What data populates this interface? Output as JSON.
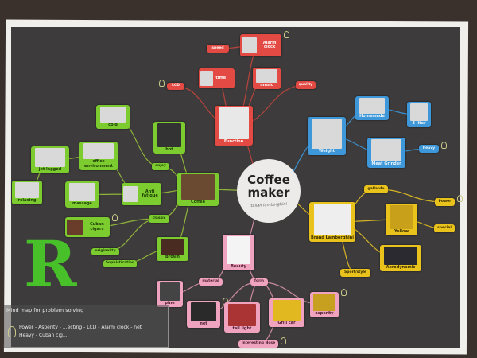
{
  "center": {
    "title_line1": "Coffee",
    "title_line2": "maker",
    "subtitle": "Italian lamborghini"
  },
  "colors": {
    "function": "#e34a43",
    "coffee": "#7ccc2f",
    "weight": "#3d97d8",
    "brand": "#e9c21c",
    "beauty": "#f0a3bf",
    "board": "#3d3b3b"
  },
  "nodes": [
    {
      "id": "function",
      "parent": "center",
      "label": "Function",
      "color": "red",
      "icon": "swiss-knife-image"
    },
    {
      "id": "alarm",
      "parent": "function",
      "label": "Alarm clock",
      "color": "red",
      "icon": "alarm-clock-image",
      "bulb": true
    },
    {
      "id": "speed",
      "parent": "alarm",
      "label": "speed",
      "color": "red"
    },
    {
      "id": "time",
      "parent": "function",
      "label": "time",
      "color": "red",
      "icon": "clock-image"
    },
    {
      "id": "music",
      "parent": "function",
      "label": "music",
      "color": "red",
      "icon": "music-notes-image"
    },
    {
      "id": "lcd",
      "parent": "function",
      "label": "LCD",
      "color": "red",
      "bulb": true
    },
    {
      "id": "quality",
      "parent": "function",
      "label": "quality",
      "color": "red"
    },
    {
      "id": "coffee",
      "parent": "center",
      "label": "Coffee",
      "color": "green",
      "icon": "coffee-cup-image"
    },
    {
      "id": "hot",
      "parent": "coffee",
      "label": "hot",
      "color": "green",
      "icon": "steam-image"
    },
    {
      "id": "enjoy",
      "parent": "coffee",
      "label": "enjoy",
      "color": "green"
    },
    {
      "id": "cold",
      "parent": "enjoy",
      "label": "cold",
      "color": "green",
      "icon": "cold-image"
    },
    {
      "id": "office",
      "parent": "antifatigue",
      "label": "office environment",
      "color": "green",
      "icon": "office-image"
    },
    {
      "id": "antifatigue",
      "parent": "coffee",
      "label": "Anti fatigue",
      "color": "green",
      "icon": "person-image"
    },
    {
      "id": "massage",
      "parent": "antifatigue",
      "label": "massage",
      "color": "green",
      "icon": "massage-image"
    },
    {
      "id": "jetlag",
      "parent": "office",
      "label": "jet lagged",
      "color": "green",
      "icon": "clocks-image"
    },
    {
      "id": "relaxing",
      "parent": "jetlag",
      "label": "relaxing",
      "color": "green",
      "icon": "relaxing-image"
    },
    {
      "id": "classic",
      "parent": "coffee",
      "label": "classic",
      "color": "green"
    },
    {
      "id": "cigars",
      "parent": "classic",
      "label": "Cuban cigars",
      "color": "green",
      "icon": "cigar-box-image",
      "bulb": true
    },
    {
      "id": "originality",
      "parent": "classic",
      "label": "originality",
      "color": "green"
    },
    {
      "id": "brown",
      "parent": "coffee",
      "label": "Brown",
      "color": "green",
      "icon": "brown-swatch"
    },
    {
      "id": "sophistication",
      "parent": "brown",
      "label": "Sophistication",
      "color": "green"
    },
    {
      "id": "weight",
      "parent": "center",
      "label": "Weight",
      "color": "blue",
      "icon": "scale-image"
    },
    {
      "id": "homemade",
      "parent": "weight",
      "label": "Homemade",
      "color": "blue",
      "icon": "house-image"
    },
    {
      "id": "liter",
      "parent": "homemade",
      "label": "3 liter",
      "color": "blue",
      "icon": "jug-image"
    },
    {
      "id": "grinder",
      "parent": "weight",
      "label": "Meat Grinder",
      "color": "blue",
      "icon": "grinder-image"
    },
    {
      "id": "heavy",
      "parent": "grinder",
      "label": "heavy",
      "color": "blue",
      "bulb": true
    },
    {
      "id": "brand",
      "parent": "center",
      "label": "Brand Lamborghini",
      "color": "yellow",
      "icon": "lamborghini-logo"
    },
    {
      "id": "gallardo",
      "parent": "brand",
      "label": "gallardo",
      "color": "yellow"
    },
    {
      "id": "power",
      "parent": "gallardo",
      "label": "Power",
      "color": "yellow",
      "bulb": true
    },
    {
      "id": "yellow",
      "parent": "brand",
      "label": "Yellow",
      "color": "yellow",
      "icon": "yellow-swatch"
    },
    {
      "id": "special",
      "parent": "yellow",
      "label": "special",
      "color": "yellow"
    },
    {
      "id": "aero",
      "parent": "brand",
      "label": "Aerodynamic",
      "color": "yellow",
      "icon": "sports-car-image"
    },
    {
      "id": "sport",
      "parent": "brand",
      "label": "Sport/style",
      "color": "yellow"
    },
    {
      "id": "beauty",
      "parent": "center",
      "label": "Beauty",
      "color": "pink",
      "icon": "rose-image"
    },
    {
      "id": "material",
      "parent": "beauty",
      "label": "material",
      "color": "pink"
    },
    {
      "id": "form",
      "parent": "beauty",
      "label": "form",
      "color": "pink"
    },
    {
      "id": "pine",
      "parent": "material",
      "label": "pine",
      "color": "pink",
      "icon": "material-image"
    },
    {
      "id": "net",
      "parent": "form",
      "label": "net",
      "color": "pink",
      "icon": "net-image",
      "bulb": true
    },
    {
      "id": "taillight",
      "parent": "form",
      "label": "tail light",
      "color": "pink",
      "icon": "tail-light-image"
    },
    {
      "id": "grill",
      "parent": "form",
      "label": "Grill car",
      "color": "pink",
      "icon": "car-front-image"
    },
    {
      "id": "asperity",
      "parent": "form",
      "label": "asperity",
      "color": "pink",
      "icon": "asperity-image",
      "bulb": true
    },
    {
      "id": "nose",
      "parent": "grill",
      "label": "Interesting Nose",
      "color": "pink",
      "bulb": true
    }
  ],
  "legend": {
    "title": "Mind map for problem solving",
    "line1": "Power - Asperity - ...ecting - LCD - Alarm clock - net",
    "line2": "Heavy - Cuban cig..."
  },
  "watermark": {
    "letter": "R"
  }
}
